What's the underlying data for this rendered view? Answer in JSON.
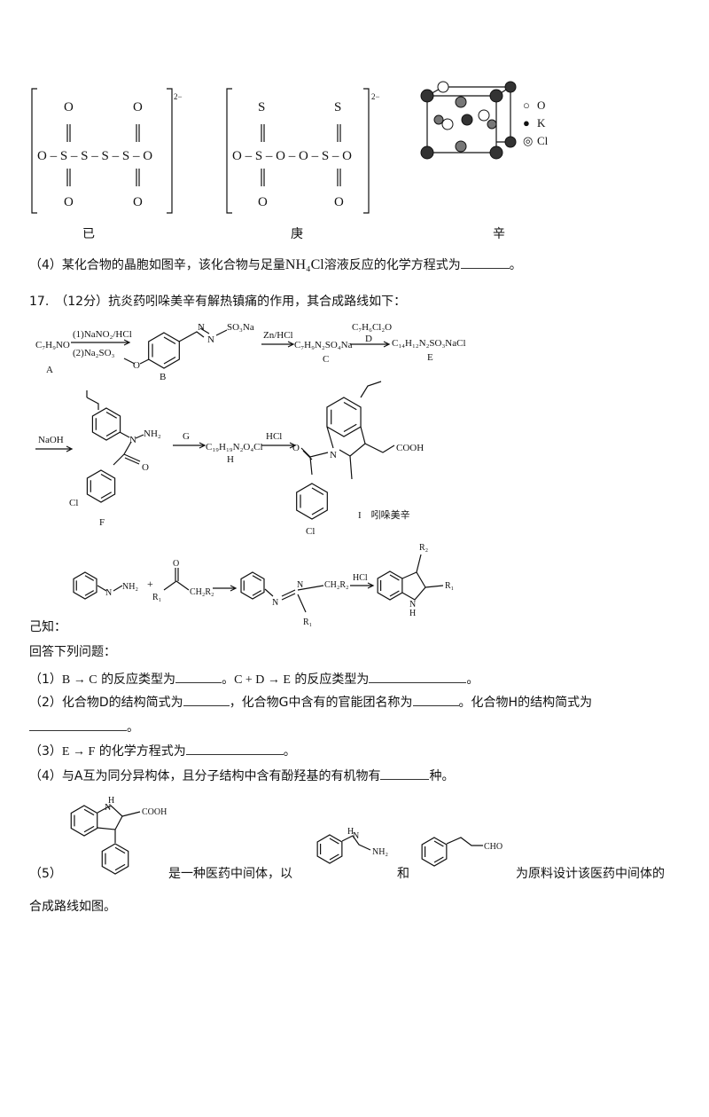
{
  "structures_top": {
    "ji": {
      "top_atoms": [
        "O",
        "O"
      ],
      "chain": "O – S – S – S – S – O",
      "bottom_atoms": [
        "O",
        "O"
      ],
      "charge": "2−",
      "label": "已"
    },
    "geng": {
      "top_atoms": [
        "S",
        "S"
      ],
      "chain": "O – S – O – O – S – O",
      "bottom_atoms": [
        "O",
        "O"
      ],
      "charge": "2−",
      "label": "庚"
    },
    "xin": {
      "legend": [
        {
          "symbol": "○",
          "text": "O"
        },
        {
          "symbol": "●",
          "text": "K"
        },
        {
          "symbol": "◎",
          "text": "Cl"
        }
      ],
      "label": "辛"
    }
  },
  "q16_4": {
    "prefix": "（4）某化合物的晶胞如图辛，该化合物与足量",
    "formula": "NH₄Cl",
    "suffix": "溶液反应的化学方程式为",
    "end": "。"
  },
  "q17": {
    "header": "17.　（12分）抗炎药吲哚美辛有解热镇痛的作用，其合成路线如下："
  },
  "scheme": {
    "A_formula": "C₇H₉NO",
    "A": "A",
    "step1_top": "(1)NaNO₂/HCl",
    "step1_bottom": "(2)Na₂SO₃",
    "B_group": "SO₃Na",
    "B_N1": "N",
    "B_N2": "N",
    "B_O": "O",
    "B": "B",
    "step2": "Zn/HCl",
    "C_formula": "C₇H₉N₂SO₄Na",
    "C": "C",
    "D_formula": "C₇H₆Cl₂O",
    "D": "D",
    "E_formula": "C₁₄H₁₂N₂SO₃NaCl",
    "E": "E",
    "step4": "NaOH",
    "F_N": "N",
    "F_NH2": "NH₂",
    "F_O": "O",
    "F_Cl": "Cl",
    "F": "F",
    "step5": "G",
    "H_formula": "C₁₉H₁₉N₂O₄Cl",
    "H": "H",
    "step6": "HCl",
    "I_N": "N",
    "I_O": "O",
    "I_COOH": "COOH",
    "I_Cl": "Cl",
    "I_label": "I　吲哚美辛"
  },
  "known": {
    "NH": "N",
    "NH2": "NH₂",
    "plus": "+",
    "O": "O",
    "R1": "R₁",
    "CH2R2": "CH₂R₂",
    "N1": "N",
    "N2": "N",
    "HCl": "HCl",
    "R2": "R₂",
    "NHlabel": "N",
    "H": "H",
    "title": "己知："
  },
  "questions": {
    "intro": "回答下列问题：",
    "q1": {
      "a": "（1）",
      "b": "B → C",
      "c": "的反应类型为",
      "d": "。",
      "e": "C + D → E",
      "f": "的反应类型为",
      "g": "。"
    },
    "q2": {
      "a": "（2）化合物D的结构简式为",
      "b": "，化合物G中含有的官能团名称为",
      "c": "。化合物H的结构简式为",
      "d": "。"
    },
    "q3": {
      "a": "（3）",
      "b": "E → F",
      "c": "的化学方程式为",
      "d": "。"
    },
    "q4": {
      "a": "（4）与A互为同分异构体，且分子结构中含有酚羟基的有机物有",
      "b": "种。"
    },
    "q5": {
      "a": "（5）",
      "b": "是一种医药中间体，以",
      "c": "和",
      "d": "为原料设计该医药中间体的",
      "e": "合成路线如图。",
      "struct1_NH": "H",
      "struct1_N": "N",
      "struct1_COOH": "COOH",
      "struct2_N": "N",
      "struct2_H": "H",
      "struct2_NH2": "NH₂",
      "struct3_CHO": "CHO"
    }
  }
}
